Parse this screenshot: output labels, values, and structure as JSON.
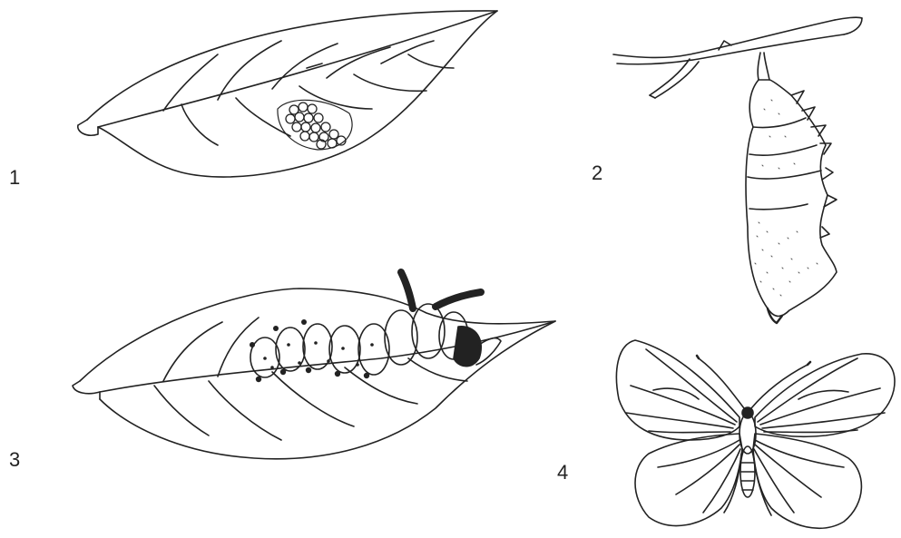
{
  "stages": [
    {
      "label": "1",
      "subject": "egg-cluster-on-leaf-icon"
    },
    {
      "label": "2",
      "subject": "chrysalis-hanging-from-twig-icon"
    },
    {
      "label": "3",
      "subject": "caterpillar-on-leaf-icon"
    },
    {
      "label": "4",
      "subject": "butterfly-icon"
    }
  ],
  "colors": {
    "ink": "#222222",
    "background": "#ffffff"
  }
}
